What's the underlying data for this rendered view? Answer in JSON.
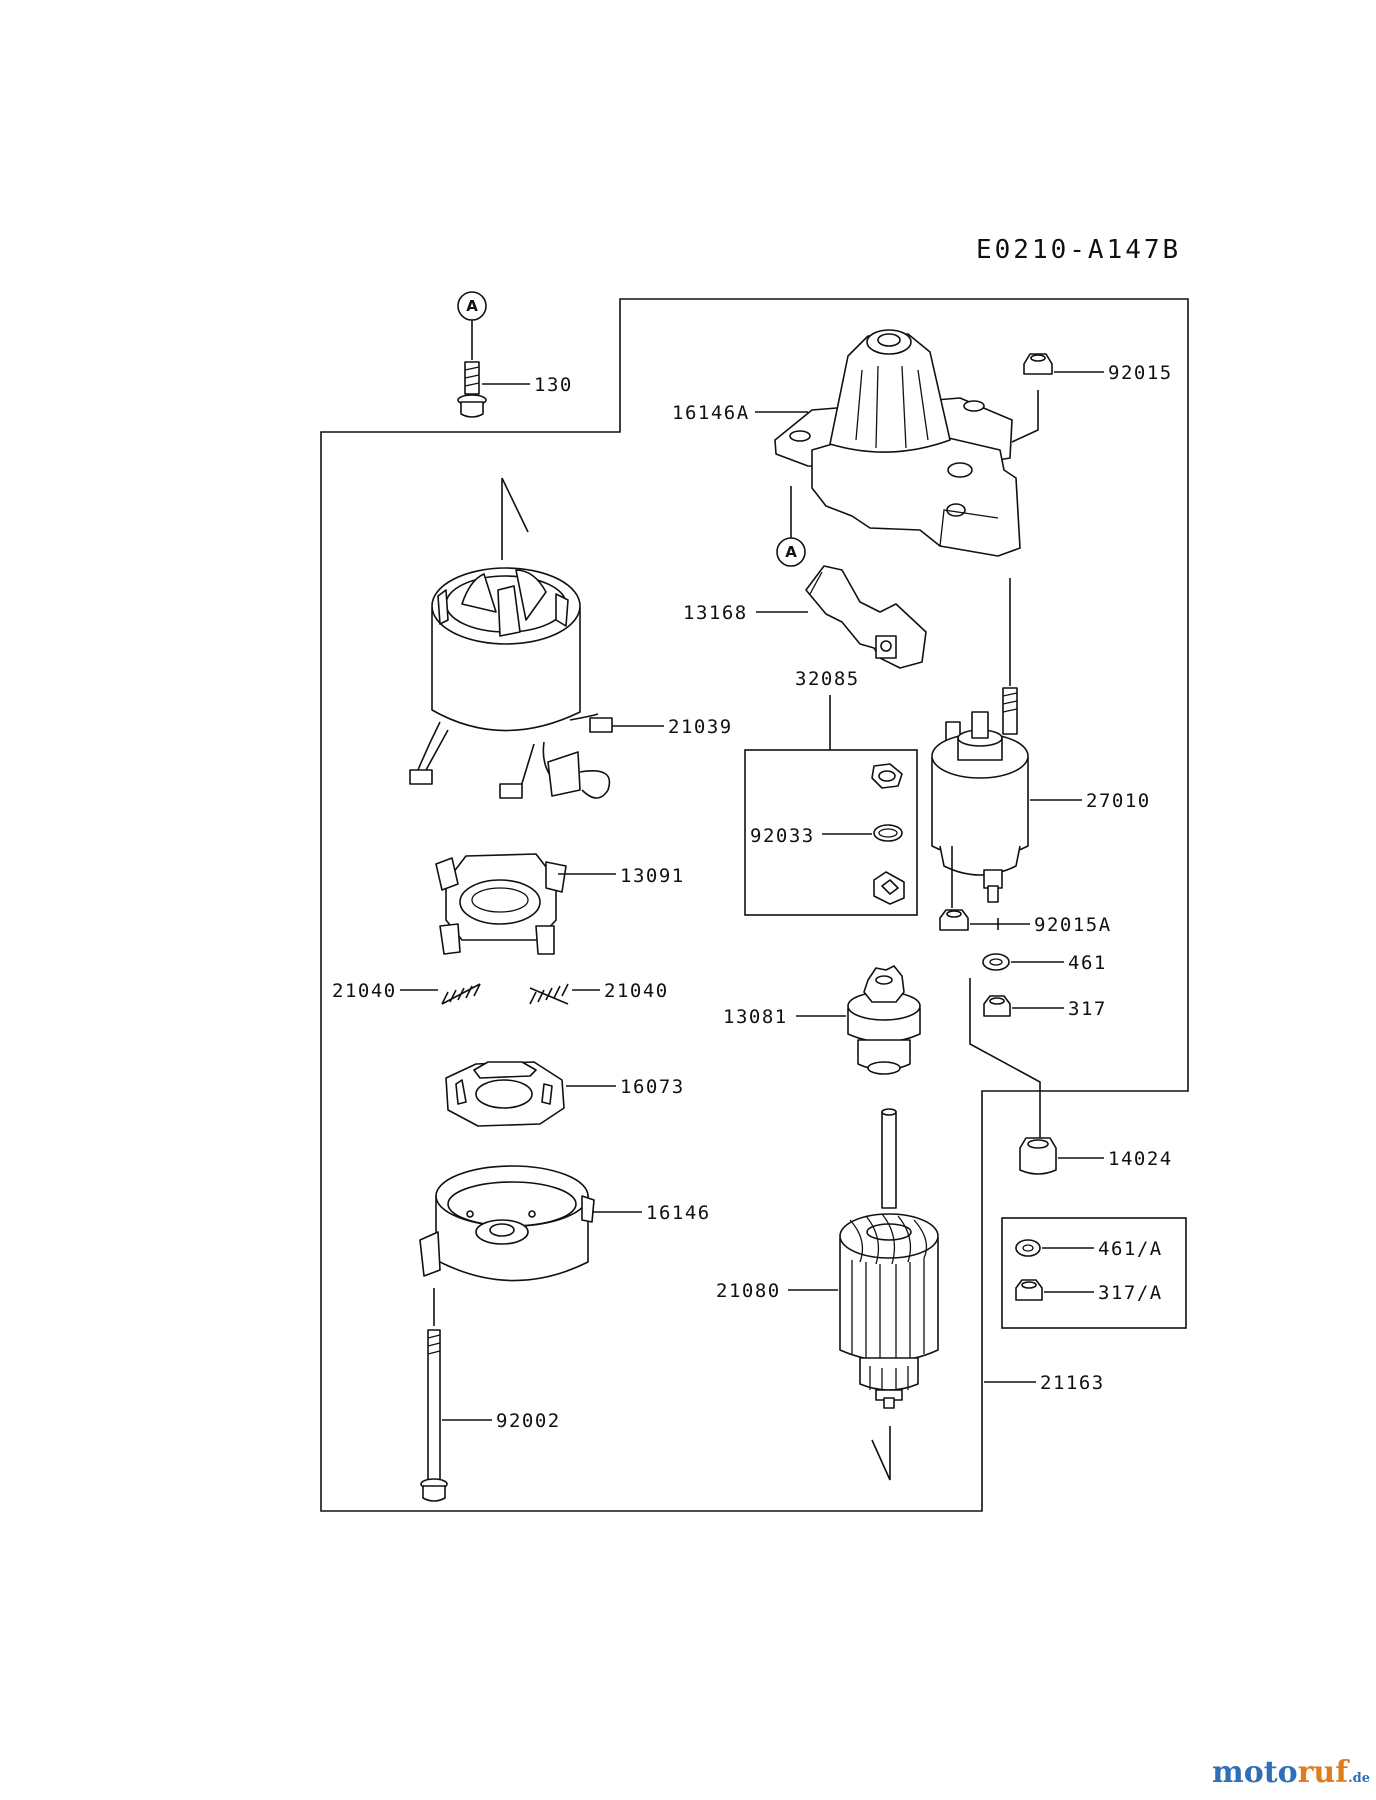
{
  "diagram_code": "E0210-A147B",
  "ref_marker": "A",
  "labels": {
    "p130": "130",
    "p16146A": "16146A",
    "p92015": "92015",
    "p13168": "13168",
    "p32085": "32085",
    "p21039": "21039",
    "p27010": "27010",
    "p92033": "92033",
    "p13091": "13091",
    "p92015A": "92015A",
    "p461": "461",
    "p21040a": "21040",
    "p21040b": "21040",
    "p317": "317",
    "p13081": "13081",
    "p16073": "16073",
    "p14024": "14024",
    "p16146": "16146",
    "p461A": "461/A",
    "p21080": "21080",
    "p317A": "317/A",
    "p21163": "21163",
    "p92002": "92002"
  },
  "watermark": {
    "main": "moto",
    "accent": "ruf",
    "suffix": ".de"
  }
}
